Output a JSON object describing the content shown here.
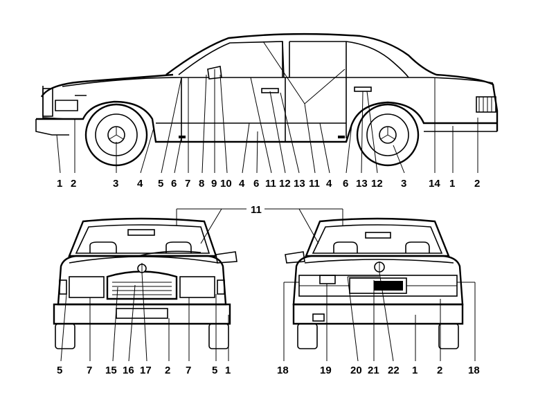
{
  "side_view": {
    "labels": [
      "1",
      "2",
      "3",
      "4",
      "5",
      "6",
      "7",
      "8",
      "9",
      "10",
      "4",
      "6",
      "11",
      "12",
      "13",
      "11",
      "4",
      "6",
      "13",
      "12",
      "3",
      "14",
      "1",
      "2"
    ]
  },
  "front_view": {
    "labels": [
      "5",
      "7",
      "15",
      "16",
      "17",
      "2",
      "7",
      "5",
      "1"
    ]
  },
  "rear_view": {
    "labels": [
      "18",
      "19",
      "20",
      "21",
      "22",
      "1",
      "2",
      "18"
    ]
  },
  "shared_label": "11"
}
